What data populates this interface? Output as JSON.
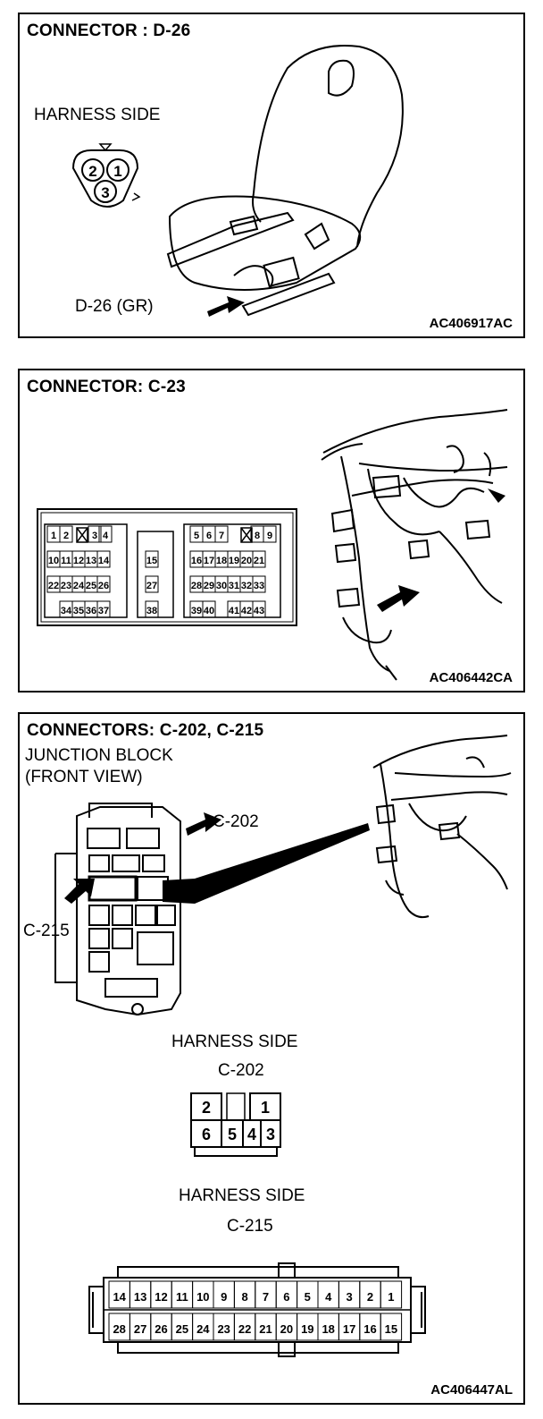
{
  "panel1": {
    "title": "CONNECTOR : D-26",
    "harness_label": "HARNESS SIDE",
    "pins": [
      "2",
      "1",
      "3"
    ],
    "callout": "D-26 (GR)",
    "code": "AC406917AC"
  },
  "panel2": {
    "title": "CONNECTOR: C-23",
    "code": "AC406442CA",
    "rows": [
      [
        "1",
        "2",
        "3",
        "4",
        "5",
        "6",
        "7",
        "8",
        "9"
      ],
      [
        "10",
        "11",
        "12",
        "13",
        "14",
        "15",
        "16",
        "17",
        "18",
        "19",
        "20",
        "21"
      ],
      [
        "22",
        "23",
        "24",
        "25",
        "26",
        "27",
        "28",
        "29",
        "30",
        "31",
        "32",
        "33"
      ],
      [
        "34",
        "35",
        "36",
        "37",
        "38",
        "39",
        "40",
        "41",
        "42",
        "43"
      ]
    ]
  },
  "panel3": {
    "title": "CONNECTORS: C-202, C-215",
    "subtitle1": "JUNCTION BLOCK",
    "subtitle2": "(FRONT VIEW)",
    "callout_c202": "C-202",
    "callout_c215": "C-215",
    "harness1": "HARNESS SIDE",
    "c202_name": "C-202",
    "c202_top": [
      "2",
      "1"
    ],
    "c202_bottom": [
      "6",
      "5",
      "4",
      "3"
    ],
    "harness2": "HARNESS SIDE",
    "c215_name": "C-215",
    "c215_top": [
      "14",
      "13",
      "12",
      "11",
      "10",
      "9",
      "8",
      "7",
      "6",
      "5",
      "4",
      "3",
      "2",
      "1"
    ],
    "c215_bottom": [
      "28",
      "27",
      "26",
      "25",
      "24",
      "23",
      "22",
      "21",
      "20",
      "19",
      "18",
      "17",
      "16",
      "15"
    ],
    "code": "AC406447AL"
  }
}
